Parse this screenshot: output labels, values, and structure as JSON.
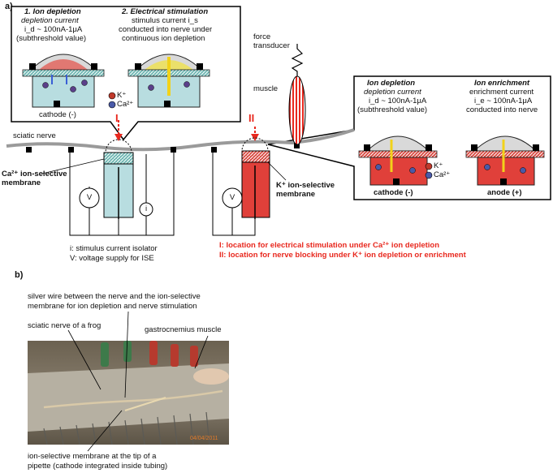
{
  "panel_a": {
    "label": "a)",
    "callout_left": {
      "col1_title": "1. Ion depletion",
      "col1_line1": "depletion current",
      "col1_line2": "i_d ~ 100nA-1μA",
      "col1_line3": "(subthreshold value)",
      "col2_title": "2. Electrical stimulation",
      "col2_line1": "stimulus current i_s",
      "col2_line2": "conducted into nerve under",
      "col2_line3": "continuous ion depletion",
      "legend_k": "K⁺",
      "legend_ca": "Ca²⁺",
      "electrode_label": "cathode (-)"
    },
    "callout_right": {
      "col1_title": "Ion depletion",
      "col1_line1": "depletion current",
      "col1_line2": "i_d ~ 100nA-1μA",
      "col1_line3": "(subthreshold value)",
      "col2_title": "Ion enrichment",
      "col2_line1": "enrichment current",
      "col2_line2": "i_e ~ 100nA-1μA",
      "col2_line3": "conducted into nerve",
      "legend_k": "K⁺",
      "legend_ca": "Ca²⁺",
      "electrode1_label": "cathode (-)",
      "electrode2_label": "anode (+)"
    },
    "labels": {
      "force_transducer_1": "force",
      "force_transducer_2": "transducer",
      "muscle": "muscle",
      "sciatic_nerve": "sciatic nerve",
      "site_1": "I",
      "site_2": "II",
      "ca_membrane_1": "Ca²⁺ ion-selective",
      "ca_membrane_2": "membrane",
      "k_membrane_1": "K⁺ ion-selective",
      "k_membrane_2": "membrane",
      "v_symbol": "V",
      "i_symbol": "i",
      "legend_i": "i: stimulus current isolator",
      "legend_v": "V: voltage supply for ISE",
      "location_1": "I: location for electrical stimulation under Ca²⁺ ion depletion",
      "location_2": "II: location for nerve blocking under K⁺ ion depletion or enrichment"
    },
    "colors": {
      "red_accent": "#e8281e",
      "ca_electrode": "#b8dde0",
      "k_electrode": "#e0403a",
      "nerve": "#9a9a9a"
    }
  },
  "panel_b": {
    "label": "b)",
    "annotation_1a": "silver wire between the nerve and the ion-selective",
    "annotation_1b": "membrane for ion depletion and nerve stimulation",
    "annotation_2": "sciatic nerve of a frog",
    "annotation_3": "gastrocnemius muscle",
    "annotation_4a": "ion-selective membrane at the tip of a",
    "annotation_4b": "pipette (cathode integrated inside tubing)",
    "photo_timestamp": "04/04/2011"
  }
}
